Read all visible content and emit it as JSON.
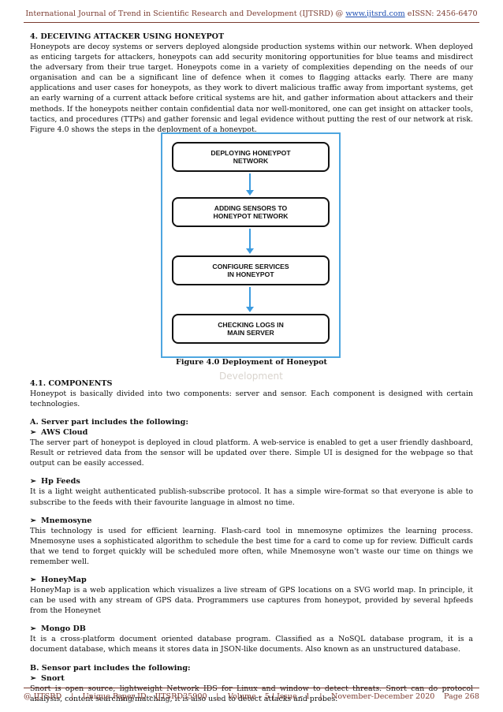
{
  "header": {
    "journal_prefix": "International Journal of Trend in Scientific Research and Development (IJTSRD) @ ",
    "url": "www.ijtsrd.com",
    "issn": " eISSN: 2456-6470"
  },
  "section4": {
    "title": "4.   DECEIVING ATTACKER USING HONEYPOT",
    "body": "Honeypots are decoy systems or servers deployed alongside production systems within our network. When deployed as enticing targets for attackers, honeypots can add security monitoring opportunities for blue teams and misdirect the adversary from their true target. Honeypots come in a variety of complexities depending on the needs of our organisation and can be a significant line of defence when it comes to flagging attacks early. There are many applications and user cases for honeypots, as they work to divert malicious traffic away from important systems, get an early warning of a current attack before critical systems are hit, and gather information about attackers and their methods. If the honeypots neither contain confidential data nor well-monitored, one can get insight on attacker tools, tactics, and procedures (TTPs) and gather forensic and legal evidence without putting the rest of our network at risk. Figure 4.0 shows the steps in the deployment of a honeypot."
  },
  "figure": {
    "steps": [
      "DEPLOYING HONEYPOT\nNETWORK",
      "ADDING SENSORS TO\nHONEYPOT NETWORK",
      "CONFIGURE SERVICES\nIN HONEYPOT",
      "CHECKING LOGS IN\nMAIN SERVER"
    ],
    "caption": "Figure 4.0 Deployment of Honeypot"
  },
  "watermark": "Development",
  "section41": {
    "title": "4.1.   COMPONENTS",
    "body": "Honeypot is basically divided into two components: server and sensor. Each component is designed with certain technologies."
  },
  "partA": {
    "title": "A.   Server part includes the following:",
    "items": [
      {
        "name": "AWS Cloud",
        "text": "The server part of honeypot is deployed in cloud platform. A web-service is enabled to get a user friendly dashboard, Result or retrieved data from the sensor will be updated over there. Simple UI is designed for the webpage so that output can be easily accessed."
      },
      {
        "name": "Hp Feeds",
        "text": "It is a light weight authenticated publish-subscribe protocol. It has a simple wire-format so that everyone is able to subscribe to the feeds with their favourite language in almost no time."
      },
      {
        "name": "Mnemosyne",
        "text": "This technology is used for efficient learning. Flash-card tool in mnemosyne optimizes the learning process. Mnemosyne uses a sophisticated algorithm to schedule the best time for a card to come up for review. Difficult cards that we tend to forget quickly will be scheduled more often, while Mnemosyne won't waste our time on things we remember well."
      },
      {
        "name": "HoneyMap",
        "text": "HoneyMap is a web application which visualizes a live stream of GPS locations on a SVG world map. In principle, it can be used with any stream of GPS data. Programmers use captures from honeypot, provided by several hpfeeds from the Honeynet"
      },
      {
        "name": "Mongo DB",
        "text": "It is a cross-platform document oriented database program. Classified as a NoSQL database program, it is a document database, which means it stores data in JSON-like documents. Also known as an unstructured database."
      }
    ]
  },
  "partB": {
    "title": "B.   Sensor part includes the following:",
    "items": [
      {
        "name": "Snort",
        "text": "Snort is open source, lightweight Network IDS for Linux and window to detect threats. Snort can do protocol analysis, content searching/matching, it is also used to detect attacks and probes."
      }
    ]
  },
  "footer": {
    "journal": "@ IJTSRD",
    "paper_id": "Unique Paper ID – IJTSRD35900",
    "volume": "Volume – 5 | Issue – 1",
    "date": "November-December 2020",
    "page": "Page 268"
  }
}
